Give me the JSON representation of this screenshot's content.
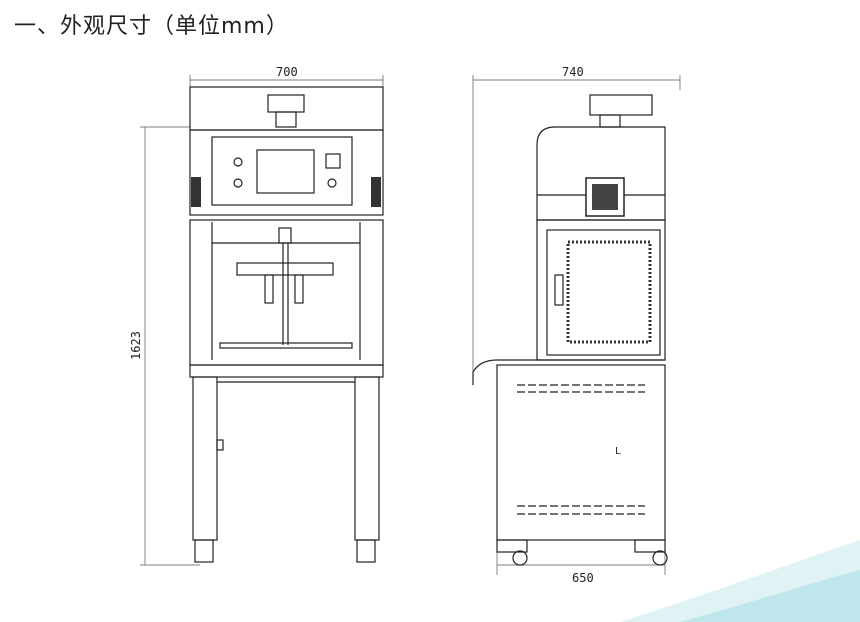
{
  "title": "一、外观尺寸（单位mm）",
  "front_view": {
    "width_label": "700",
    "height_label": "1623"
  },
  "side_view": {
    "depth_label": "740",
    "base_label": "650",
    "marker_label": "L"
  },
  "colors": {
    "line": "#222222",
    "swoosh": "#bfe6ea"
  }
}
